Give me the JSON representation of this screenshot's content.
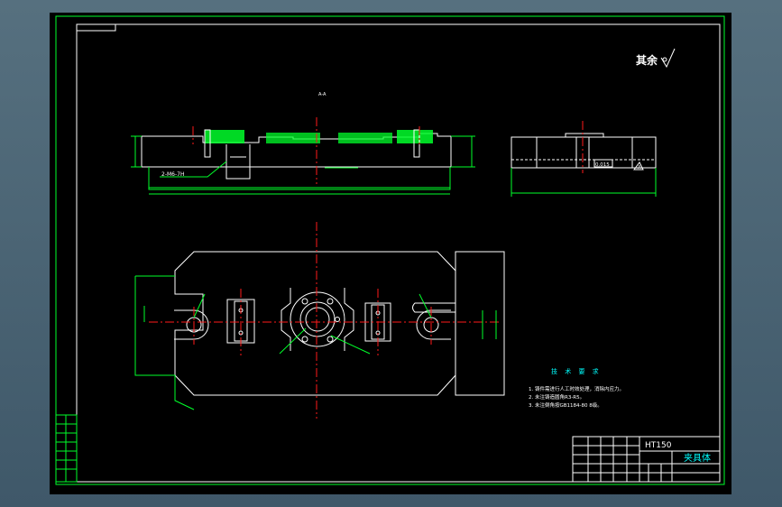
{
  "drawing": {
    "surface_finish_label": "其余",
    "material": "HT150",
    "part_name": "夹具体",
    "section_label": "A-A",
    "thread_callout": "2-M6-7H",
    "tolerance_box": "0.015",
    "datum": "A",
    "tech_requirements": {
      "title": "技 术 要 求",
      "items": [
        "1.  铸件需进行人工时效处理，消除内应力。",
        "2.  未注铸造圆角R3-R5。",
        "3.  未注倒角按GB1184-80 8级。"
      ]
    },
    "colors": {
      "background": "#000000",
      "frame": "#00ff2a",
      "outline": "#ffffff",
      "centerline": "#ff1a1a",
      "hatch": "#00ff2a",
      "dimension": "#00ff2a",
      "text_cyan": "#00ffff"
    }
  }
}
